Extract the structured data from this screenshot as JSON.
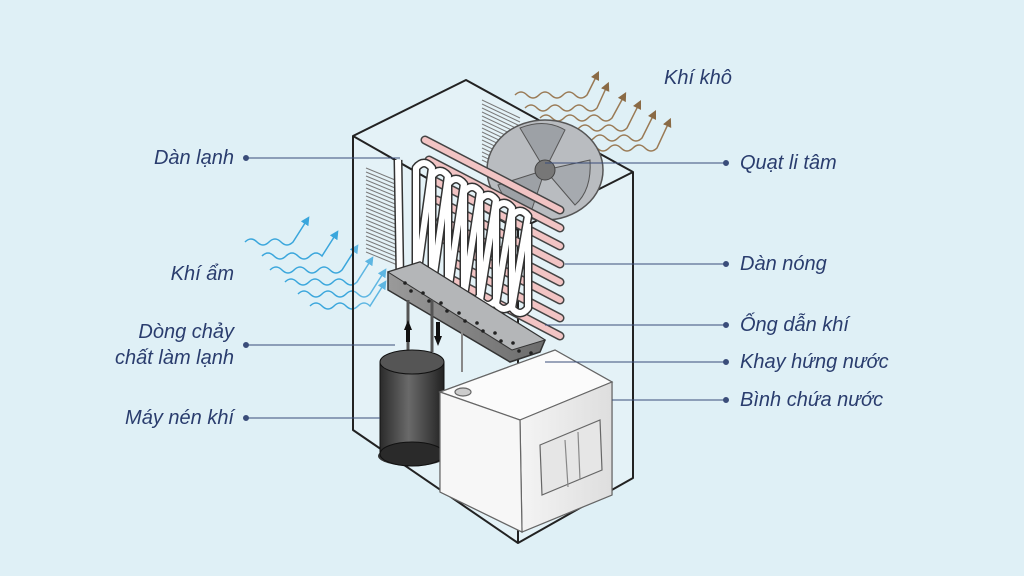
{
  "labels": {
    "dry_air": "Khí khô",
    "evaporator": "Dàn lạnh",
    "humid_air": "Khí ẩm",
    "refrigerant_flow_line1": "Dòng chảy",
    "refrigerant_flow_line2": "chất làm lạnh",
    "compressor": "Máy nén khí",
    "centrifugal_fan": "Quạt li tâm",
    "condenser": "Dàn nóng",
    "air_duct": "Ống dẫn khí",
    "drip_tray": "Khay hứng nước",
    "water_tank": "Bình chứa nước"
  },
  "colors": {
    "background": "#dff0f6",
    "label_text": "#2a3d6e",
    "humid_air_waves": "#3aa6dc",
    "dry_air_waves": "#9a7a55",
    "condenser_coil": "#f2c4c4",
    "evaporator_coil": "#ffffff",
    "leader_line": "#3a4d7a"
  }
}
